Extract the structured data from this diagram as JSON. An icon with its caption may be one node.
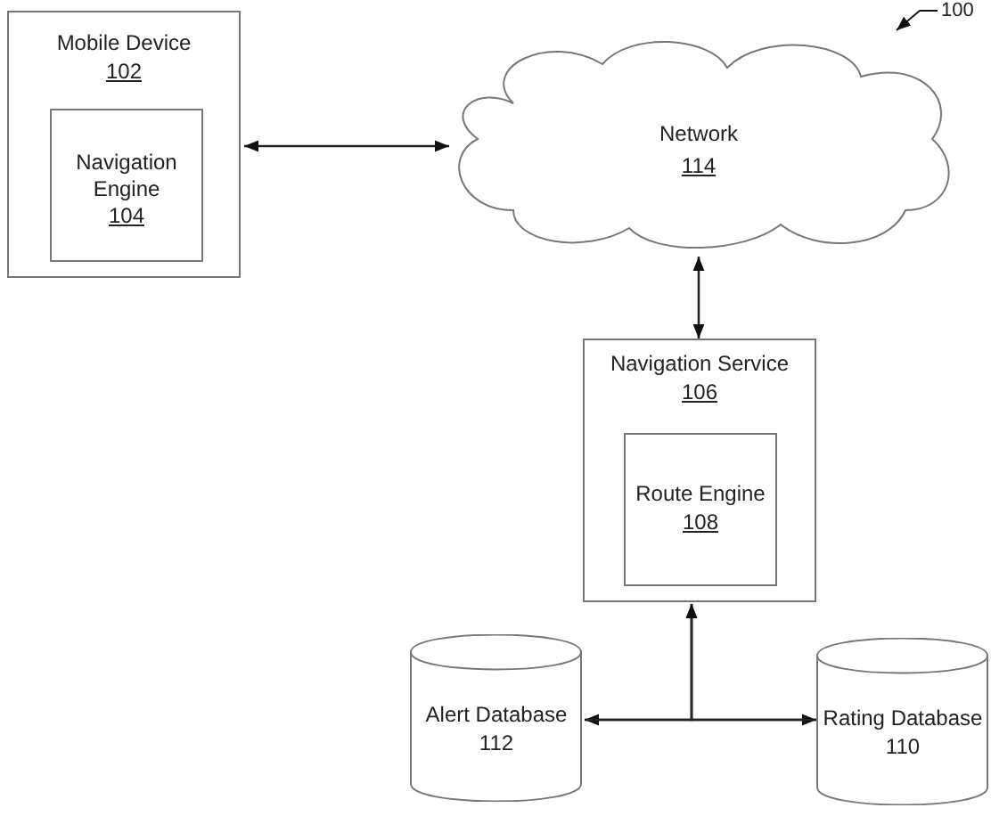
{
  "diagram": {
    "nodes": [
      {
        "text": [
          "Mobile Device",
          "102"
        ]
      },
      {
        "text": [
          "Navigation Engine",
          "104"
        ],
        "in": 0
      },
      {
        "text": [
          "Network",
          "114"
        ]
      },
      {
        "text": [
          "Navigation Service",
          "106"
        ]
      },
      {
        "text": [
          "Route Engine",
          "108"
        ],
        "in": 3
      },
      {
        "text": [
          "Alert Database",
          "112"
        ]
      },
      {
        "text": [
          "Rating Database",
          "110"
        ]
      }
    ],
    "edges": [
      {
        "from": 0,
        "to": 2,
        "arrow": "both"
      },
      {
        "from": 2,
        "to": 3,
        "arrow": "both"
      },
      {
        "from": 5,
        "to": 6,
        "arrow": "both"
      },
      {
        "from": 5,
        "to": 3,
        "arrow": "to"
      },
      {
        "from": 6,
        "to": 3,
        "arrow": "to"
      }
    ],
    "labels": [
      "100"
    ]
  }
}
